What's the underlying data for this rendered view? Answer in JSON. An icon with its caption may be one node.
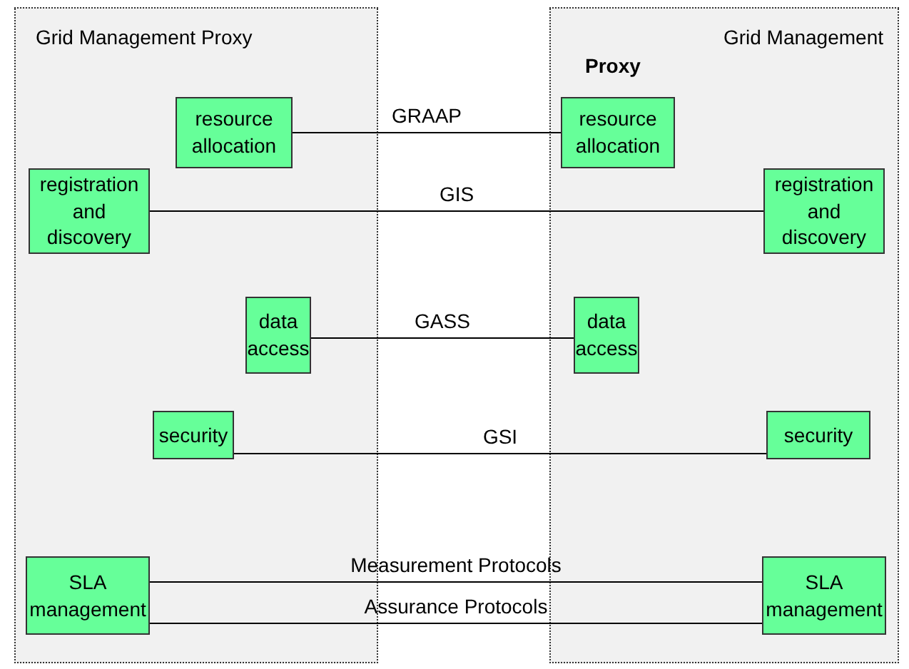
{
  "diagram": {
    "nodes": [
      {
        "text": [
          "Grid Management Proxy"
        ]
      },
      {
        "text": [
          "resource allocation"
        ],
        "in": 0
      },
      {
        "text": [
          "registration and discovery"
        ],
        "in": 0
      },
      {
        "text": [
          "data access"
        ],
        "in": 0
      },
      {
        "text": [
          "security"
        ],
        "in": 0
      },
      {
        "text": [
          "SLA management"
        ],
        "in": 0
      },
      {
        "text": [
          "Grid Management",
          "Proxy"
        ]
      },
      {
        "text": [
          "resource allocation"
        ],
        "in": 6
      },
      {
        "text": [
          "registration and discovery"
        ],
        "in": 6
      },
      {
        "text": [
          "data access"
        ],
        "in": 6
      },
      {
        "text": [
          "security"
        ],
        "in": 6
      },
      {
        "text": [
          "SLA management"
        ],
        "in": 6
      }
    ],
    "edges": [
      {
        "from": 1,
        "to": 7,
        "arrow": "none",
        "label": "GRAAP"
      },
      {
        "from": 2,
        "to": 8,
        "arrow": "none",
        "label": "GIS"
      },
      {
        "from": 3,
        "to": 9,
        "arrow": "none",
        "label": "GASS"
      },
      {
        "from": 4,
        "to": 10,
        "arrow": "none",
        "label": "GSI"
      },
      {
        "from": 5,
        "to": 11,
        "arrow": "none",
        "label": "Measurement Protocols"
      },
      {
        "from": 5,
        "to": 11,
        "arrow": "none",
        "label": "Assurance Protocols"
      }
    ]
  }
}
